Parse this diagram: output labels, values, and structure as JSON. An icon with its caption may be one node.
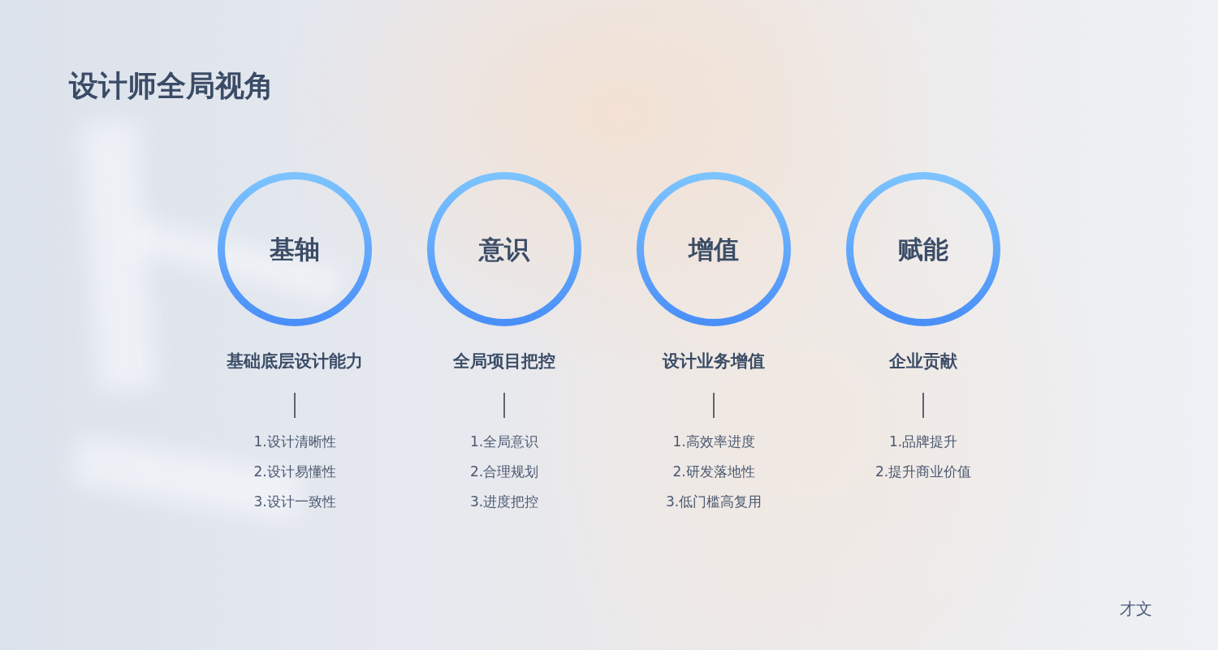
{
  "diagram": {
    "title": "设计师全局视角",
    "nodes": [
      {
        "text": [
          "基轴"
        ],
        "beside": [
          "基础底层设计能力",
          "1.设计清晰性",
          "2.设计易懂性",
          "3.设计一致性"
        ]
      },
      {
        "text": [
          "意识"
        ],
        "beside": [
          "全局项目把控",
          "1.全局意识",
          "2.合理规划",
          "3.进度把控"
        ]
      },
      {
        "text": [
          "增值"
        ],
        "beside": [
          "设计业务增值",
          "1.高效率进度",
          "2.研发落地性",
          "3.低门槛高复用"
        ]
      },
      {
        "text": [
          "赋能"
        ],
        "beside": [
          "企业贡献",
          "1.品牌提升",
          "2.提升商业价值"
        ]
      }
    ],
    "labels": [
      "才文"
    ]
  }
}
